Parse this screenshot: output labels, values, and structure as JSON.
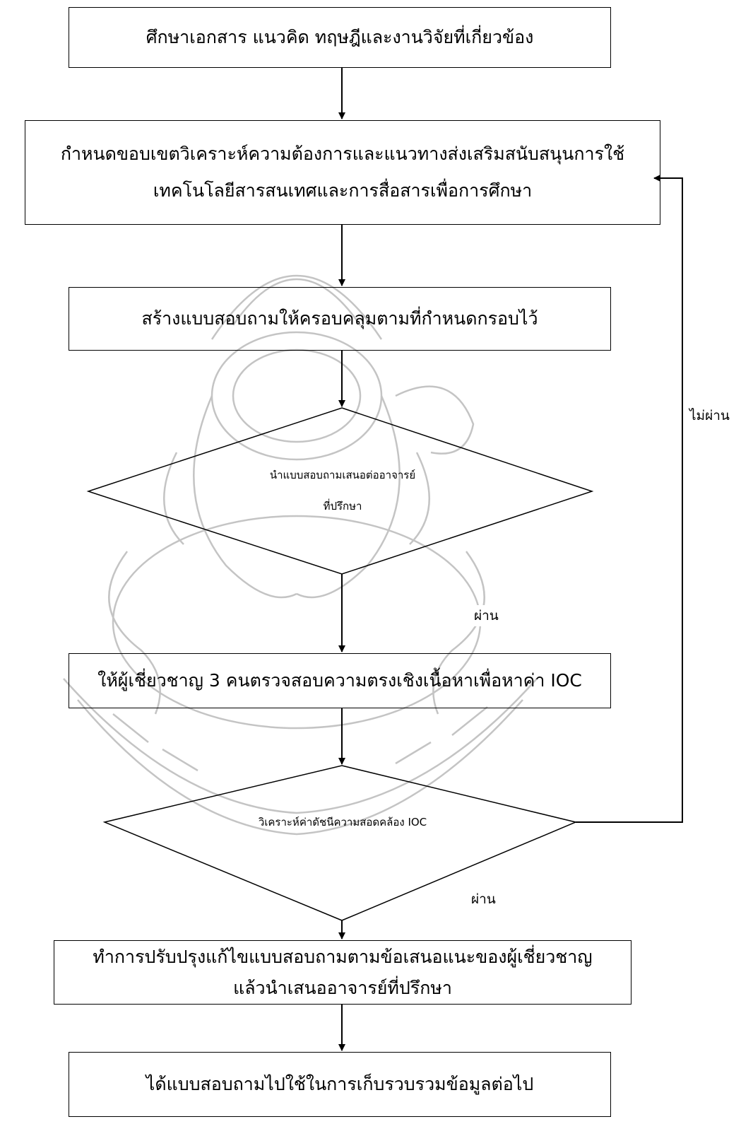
{
  "steps": {
    "step1": {
      "line1": "ศึกษาเอกสาร แนวคิด ทฤษฎีและงานวิจัยที่เกี่ยวข้อง"
    },
    "step2": {
      "line1": "กำหนดขอบเขตวิเคราะห์ความต้องการและแนวทางส่งเสริมสนับสนุนการใช้",
      "line2": "เทคโนโลยีสารสนเทศและการสื่อสารเพื่อการศึกษา"
    },
    "step3": {
      "line1": "สร้างแบบสอบถามให้ครอบคลุมตามที่กำหนดกรอบไว้"
    },
    "decision1": {
      "line1": "นำแบบสอบถามเสนอต่ออาจารย์",
      "line2": "ที่ปรึกษา"
    },
    "step4": {
      "line1": "ให้ผู้เชี่ยวชาญ 3 คนตรวจสอบความตรงเชิงเนื้อหาเพื่อหาค่า IOC"
    },
    "decision2": {
      "line1": "วิเคราะห์ค่าดัชนีความสอดคล้อง IOC"
    },
    "step5": {
      "line1": "ทำการปรับปรุงแก้ไขแบบสอบถามตามข้อเสนอแนะของผู้เชี่ยวชาญ",
      "line2": "แล้วนำเสนออาจารย์ที่ปรึกษา"
    },
    "step6": {
      "line1": "ได้แบบสอบถามไปใช้ในการเก็บรวบรวมข้อมูลต่อไป"
    }
  },
  "labels": {
    "fail": "ไม่ผ่าน",
    "pass1": "ผ่าน",
    "pass2": "ผ่าน"
  },
  "colors": {
    "line": "#000000",
    "watermark": "#bdbdbd"
  }
}
